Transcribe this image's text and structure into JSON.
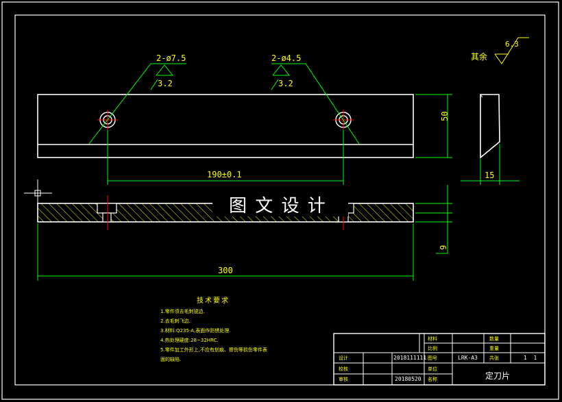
{
  "dimensions": {
    "hole_large": "2-ø7.5",
    "hole_small": "2-ø4.5",
    "roughness_left": "3.2",
    "roughness_right": "3.2",
    "height": "50",
    "thickness": "15",
    "hole_spacing": "190±0.1",
    "length": "300",
    "step": "9"
  },
  "remainder": {
    "label": "其余",
    "value": "6.3"
  },
  "watermark": "图 文 设 计",
  "notes": {
    "title": "技术要求",
    "items": [
      "1.零件须去毛刺锐边.",
      "2.去毛刺飞边.",
      "3.材料:Q235-A,表面作防锈处理.",
      "4.热处理硬度:28~32HRC.",
      "5.零件加工外形上,不应有划痕、擦伤等损伤零件表",
      "面的缺陷."
    ]
  },
  "title_block": {
    "part_name": "定刀片",
    "drawing_no": "LRK-A3",
    "date1": "2018111111",
    "date2": "20180520",
    "sheet": "1  1",
    "labels": {
      "material": "材料",
      "scale": "比例",
      "designer": "设计",
      "checker": "校核",
      "audit": "审核",
      "quantity": "数量",
      "weight": "重量",
      "drawing": "图号",
      "sheets": "共张",
      "company": "单位",
      "name": "名称"
    }
  },
  "colors": {
    "outline": "#ffffff",
    "dimension": "#00ff00",
    "text": "#ffff00",
    "center": "#ff0000",
    "hatch": "#ffff00"
  }
}
